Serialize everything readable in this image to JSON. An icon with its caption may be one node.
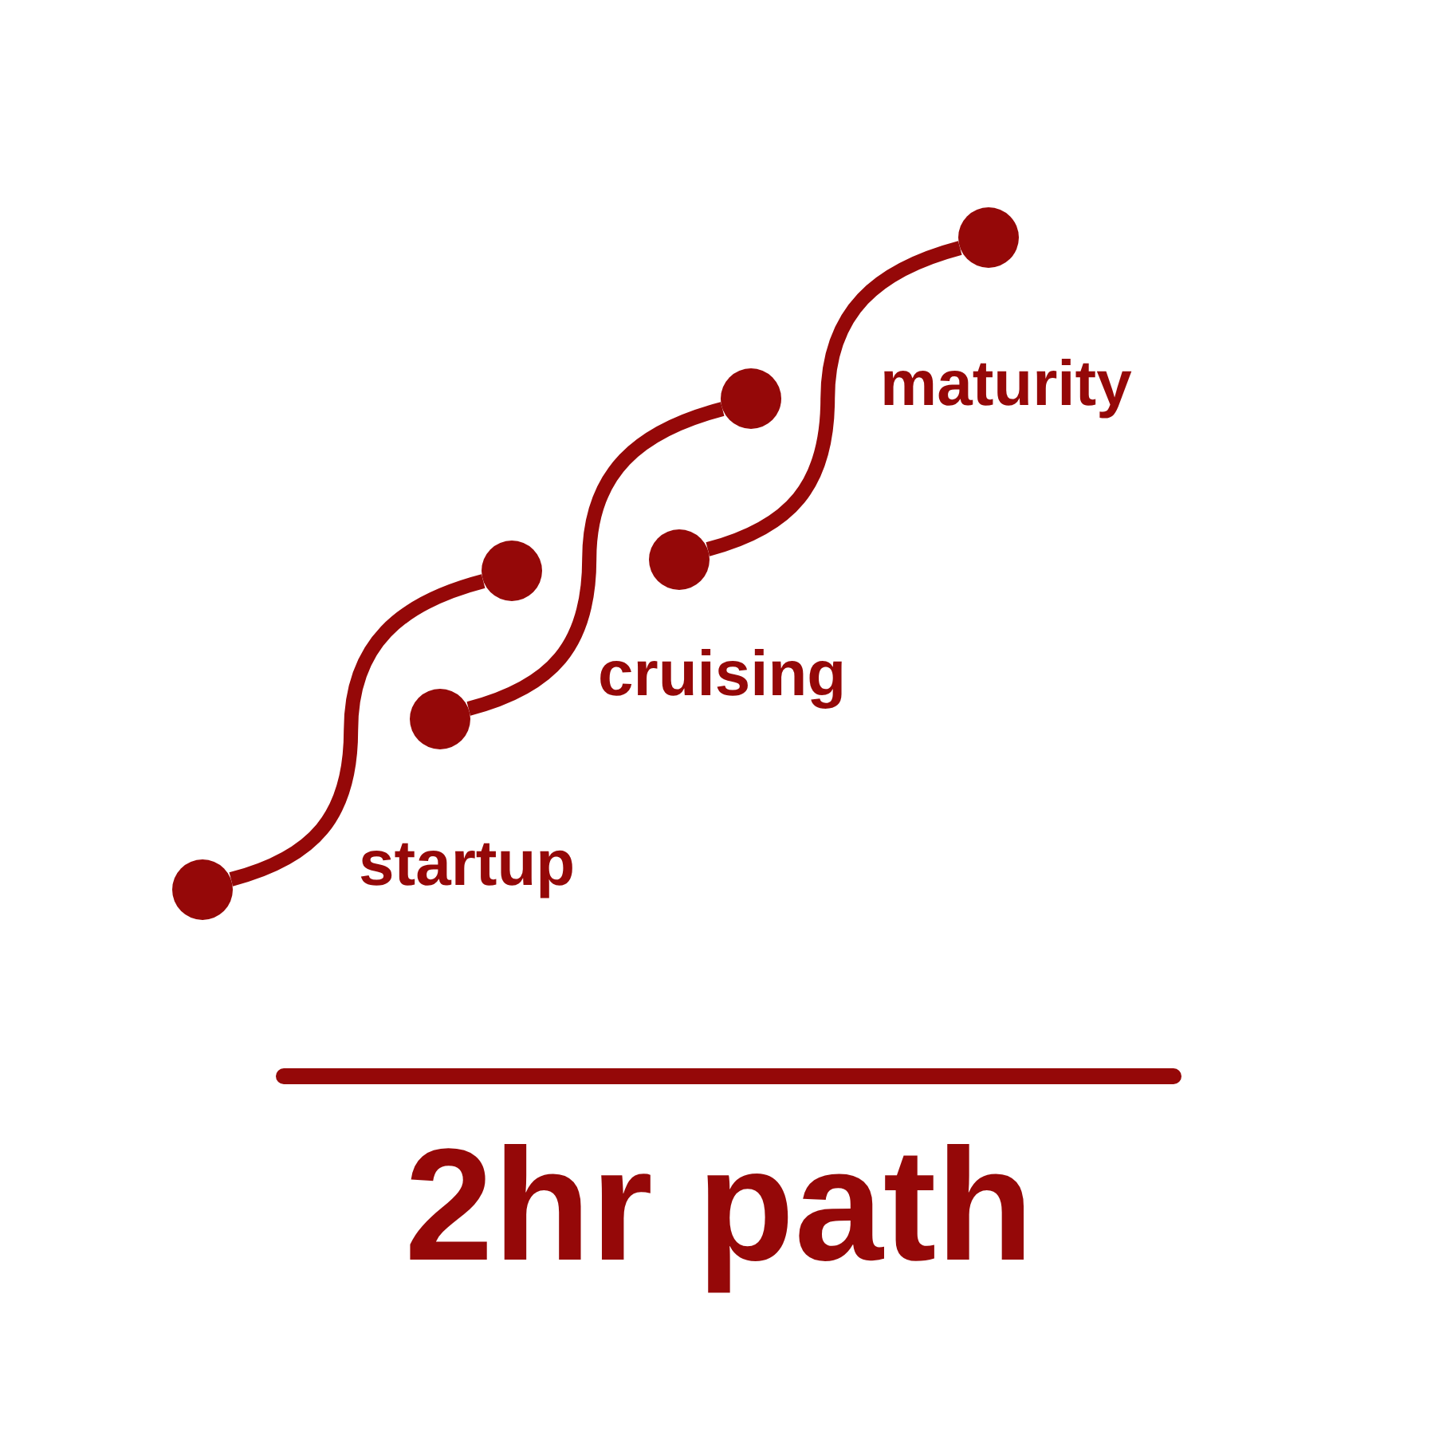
{
  "diagram": {
    "title": "2hr path",
    "nodes": [
      {
        "text": [],
        "shape": "circle"
      },
      {
        "text": [],
        "shape": "circle"
      },
      {
        "text": [],
        "shape": "circle"
      },
      {
        "text": [],
        "shape": "circle"
      },
      {
        "text": [],
        "shape": "circle"
      },
      {
        "text": [],
        "shape": "circle"
      }
    ],
    "edges": [
      {
        "from": 0,
        "to": 2,
        "arrow": "none",
        "label": "startup"
      },
      {
        "from": 1,
        "to": 4,
        "arrow": "none",
        "label": "cruising"
      },
      {
        "from": 3,
        "to": 5,
        "arrow": "none",
        "label": "maturity"
      }
    ]
  }
}
